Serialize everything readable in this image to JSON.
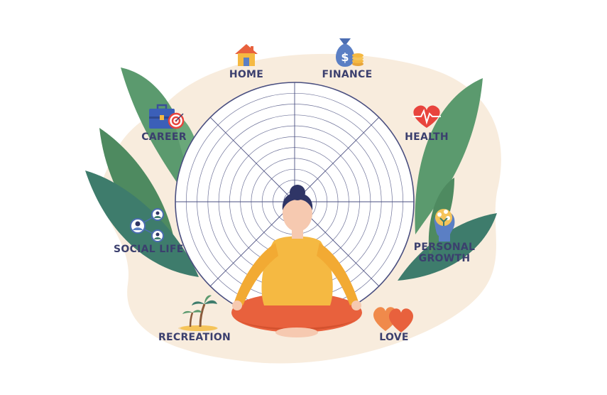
{
  "wheel_of_life": {
    "segments": [
      {
        "label": "HOME",
        "icon": "house-icon"
      },
      {
        "label": "FINANCE",
        "icon": "money-bag-icon"
      },
      {
        "label": "HEALTH",
        "icon": "heartbeat-icon"
      },
      {
        "label_line1": "PERSONAL",
        "label_line2": "GROWTH",
        "icon": "brain-growth-icon"
      },
      {
        "label": "LOVE",
        "icon": "hearts-icon"
      },
      {
        "label": "RECREATION",
        "icon": "palm-island-icon"
      },
      {
        "label": "SOCIAL LIFE",
        "icon": "social-network-icon"
      },
      {
        "label": "CAREER",
        "icon": "briefcase-target-icon"
      }
    ],
    "rings": 11,
    "spokes": 8
  },
  "colors": {
    "label_text": "#3b3f6e",
    "wheel_lines": "#4a4f80",
    "background_blob": "#f8ecdd",
    "leaf_green": "#5b9a6e",
    "leaf_teal": "#3e7c6c",
    "shirt": "#f5b942",
    "pants": "#e8613d",
    "hair": "#2f3566",
    "skin": "#f6c9b0"
  },
  "illustration": "woman-meditating-lotus-pose"
}
